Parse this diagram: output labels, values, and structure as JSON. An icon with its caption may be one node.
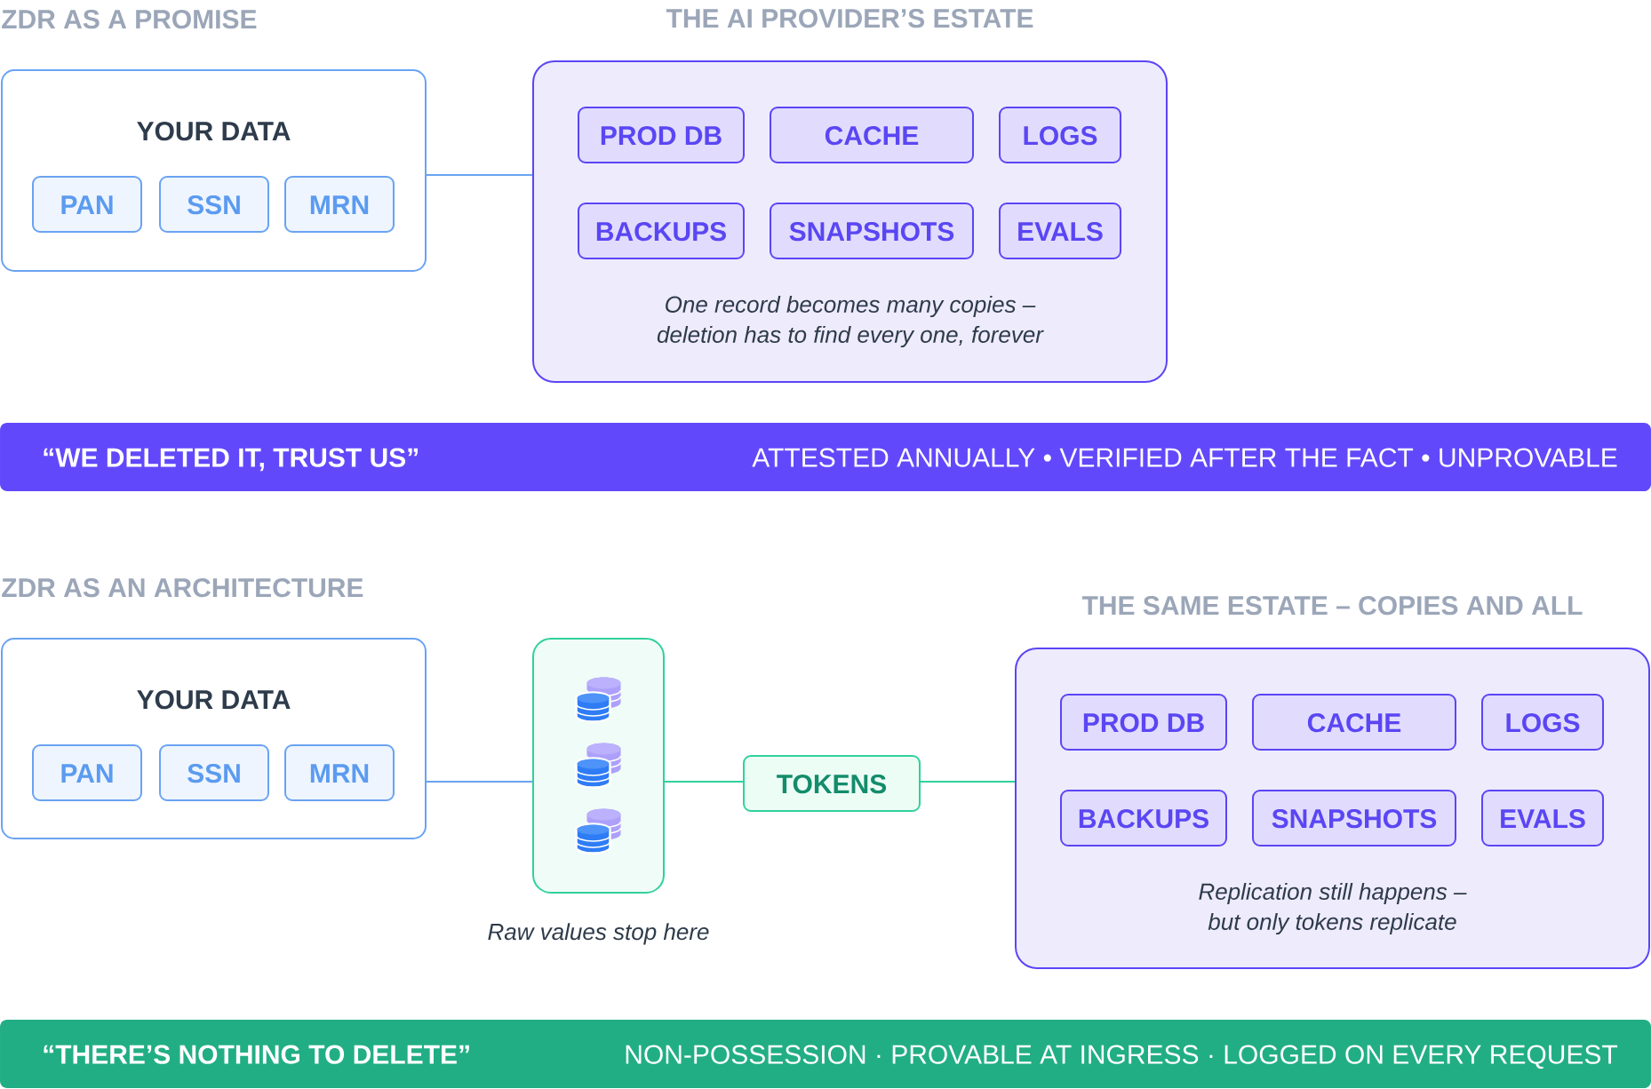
{
  "diagram": {
    "nodes": [
      {
        "text": [
          "YOUR DATA"
        ]
      },
      {
        "text": [
          "PAN"
        ],
        "in": 0
      },
      {
        "text": [
          "SSN"
        ],
        "in": 0
      },
      {
        "text": [
          "MRN"
        ],
        "in": 0
      },
      {
        "text": [
          "THE AI PROVIDER’S ESTATE",
          "One record becomes many copies – deletion has to find every one, forever"
        ]
      },
      {
        "text": [
          "PROD DB"
        ],
        "in": 4
      },
      {
        "text": [
          "CACHE"
        ],
        "in": 4
      },
      {
        "text": [
          "LOGS"
        ],
        "in": 4
      },
      {
        "text": [
          "BACKUPS"
        ],
        "in": 4
      },
      {
        "text": [
          "SNAPSHOTS"
        ],
        "in": 4
      },
      {
        "text": [
          "EVALS"
        ],
        "in": 4
      },
      {
        "text": [
          "“WE DELETED IT, TRUST US”",
          "ATTESTED ANNUALLY • VERIFIED AFTER THE FACT • UNPROVABLE"
        ]
      },
      {
        "text": [
          "YOUR DATA"
        ]
      },
      {
        "text": [
          "PAN"
        ],
        "in": 12
      },
      {
        "text": [
          "SSN"
        ],
        "in": 12
      },
      {
        "text": [
          "MRN"
        ],
        "in": 12
      },
      {
        "text": [],
        "shape": "box",
        "beside": [
          "Raw values stop here"
        ]
      },
      {
        "text": [
          "TOKENS"
        ]
      },
      {
        "text": [
          "THE SAME ESTATE – COPIES AND ALL",
          "Replication still happens – but only tokens replicate"
        ]
      },
      {
        "text": [
          "PROD DB"
        ],
        "in": 18
      },
      {
        "text": [
          "CACHE"
        ],
        "in": 18
      },
      {
        "text": [
          "LOGS"
        ],
        "in": 18
      },
      {
        "text": [
          "BACKUPS"
        ],
        "in": 18
      },
      {
        "text": [
          "SNAPSHOTS"
        ],
        "in": 18
      },
      {
        "text": [
          "EVALS"
        ],
        "in": 18
      },
      {
        "text": [
          "“THERE’S NOTHING TO DELETE”",
          "NON-POSSESSION · PROVABLE AT INGRESS · LOGGED ON EVERY REQUEST"
        ]
      }
    ],
    "edges": [
      {
        "from": 0,
        "to": 4,
        "arrow": "none",
        "color": "#6aa3f2"
      },
      {
        "from": 12,
        "to": 16,
        "arrow": "none",
        "color": "#6aa3f2"
      },
      {
        "from": 16,
        "to": 17,
        "arrow": "none",
        "color": "#30d19c"
      },
      {
        "from": 17,
        "to": 18,
        "arrow": "none",
        "color": "#30d19c"
      }
    ],
    "labels": [
      "ZDR AS A PROMISE",
      "ZDR AS AN ARCHITECTURE"
    ]
  }
}
